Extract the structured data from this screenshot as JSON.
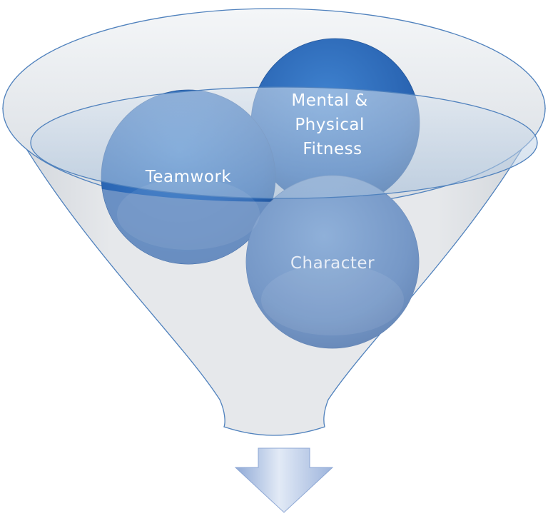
{
  "diagram": {
    "type": "funnel",
    "circles": [
      {
        "id": "mental-physical",
        "lines": [
          "Mental &",
          "Physical",
          "Fitness"
        ],
        "fill": "#2c69b8",
        "text_color": "#ffffff"
      },
      {
        "id": "teamwork",
        "lines": [
          "Teamwork"
        ],
        "fill": "#2c69b8",
        "text_color": "#ffffff"
      },
      {
        "id": "character",
        "lines": [
          "Character"
        ],
        "fill": "#7a9cc9",
        "text_color": "#e8eef7"
      }
    ],
    "colors": {
      "funnel_fill": "#dfe2e6",
      "funnel_stroke": "#4f81bd",
      "arrow_fill": "#a9bfe2"
    }
  }
}
